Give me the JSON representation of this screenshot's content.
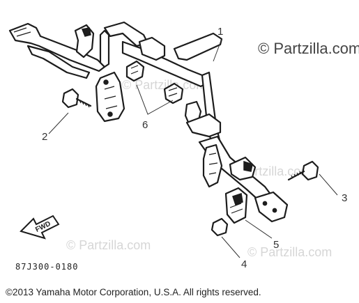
{
  "watermark": {
    "main": "© Partzilla.com",
    "faint": [
      "© Partzilla.com",
      "© Partzilla.com",
      "© Partzilla.com",
      "© Partzilla.com"
    ]
  },
  "callouts": [
    "1",
    "2",
    "3",
    "4",
    "5",
    "6"
  ],
  "direction_arrow_label": "FWD",
  "diagram_number": "87J300-0180",
  "copyright": "©2013 Yamaha Motor Corporation, U.S.A. All rights reserved."
}
